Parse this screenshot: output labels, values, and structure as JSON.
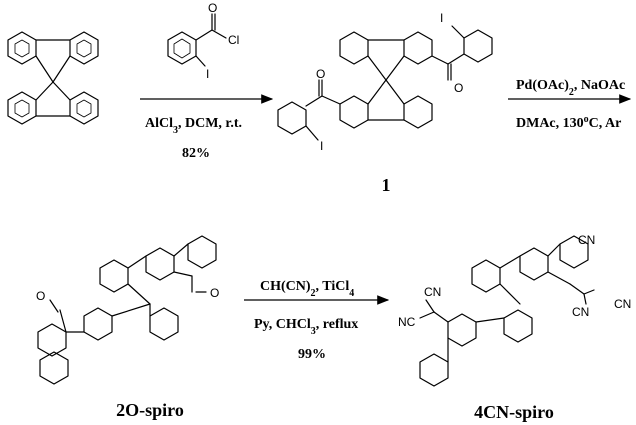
{
  "step1": {
    "reagent_atoms": {
      "carbonyl_o": "O",
      "cl": "Cl",
      "iodo": "I"
    },
    "conditions_below": "AlCl3, DCM, r.t.",
    "yield": "82%"
  },
  "compound1": {
    "label": "1",
    "atoms": {
      "o1": "O",
      "o2": "O",
      "i1": "I",
      "i2": "I"
    }
  },
  "step2": {
    "conditions_above": "Pd(OAc)2, NaOAc",
    "conditions_below": "DMAc, 130oC, Ar"
  },
  "compound2": {
    "label": "2O-spiro",
    "atoms": {
      "o1": "O",
      "o2": "O"
    }
  },
  "step3": {
    "conditions_above": "CH(CN)2, TiCl4",
    "conditions_below": "Py, CHCl3, reflux",
    "yield": "99%"
  },
  "compound3": {
    "label": "4CN-spiro",
    "atoms": {
      "cn1": "CN",
      "nc1": "NC",
      "cn2": "CN",
      "cn3": "CN"
    }
  }
}
